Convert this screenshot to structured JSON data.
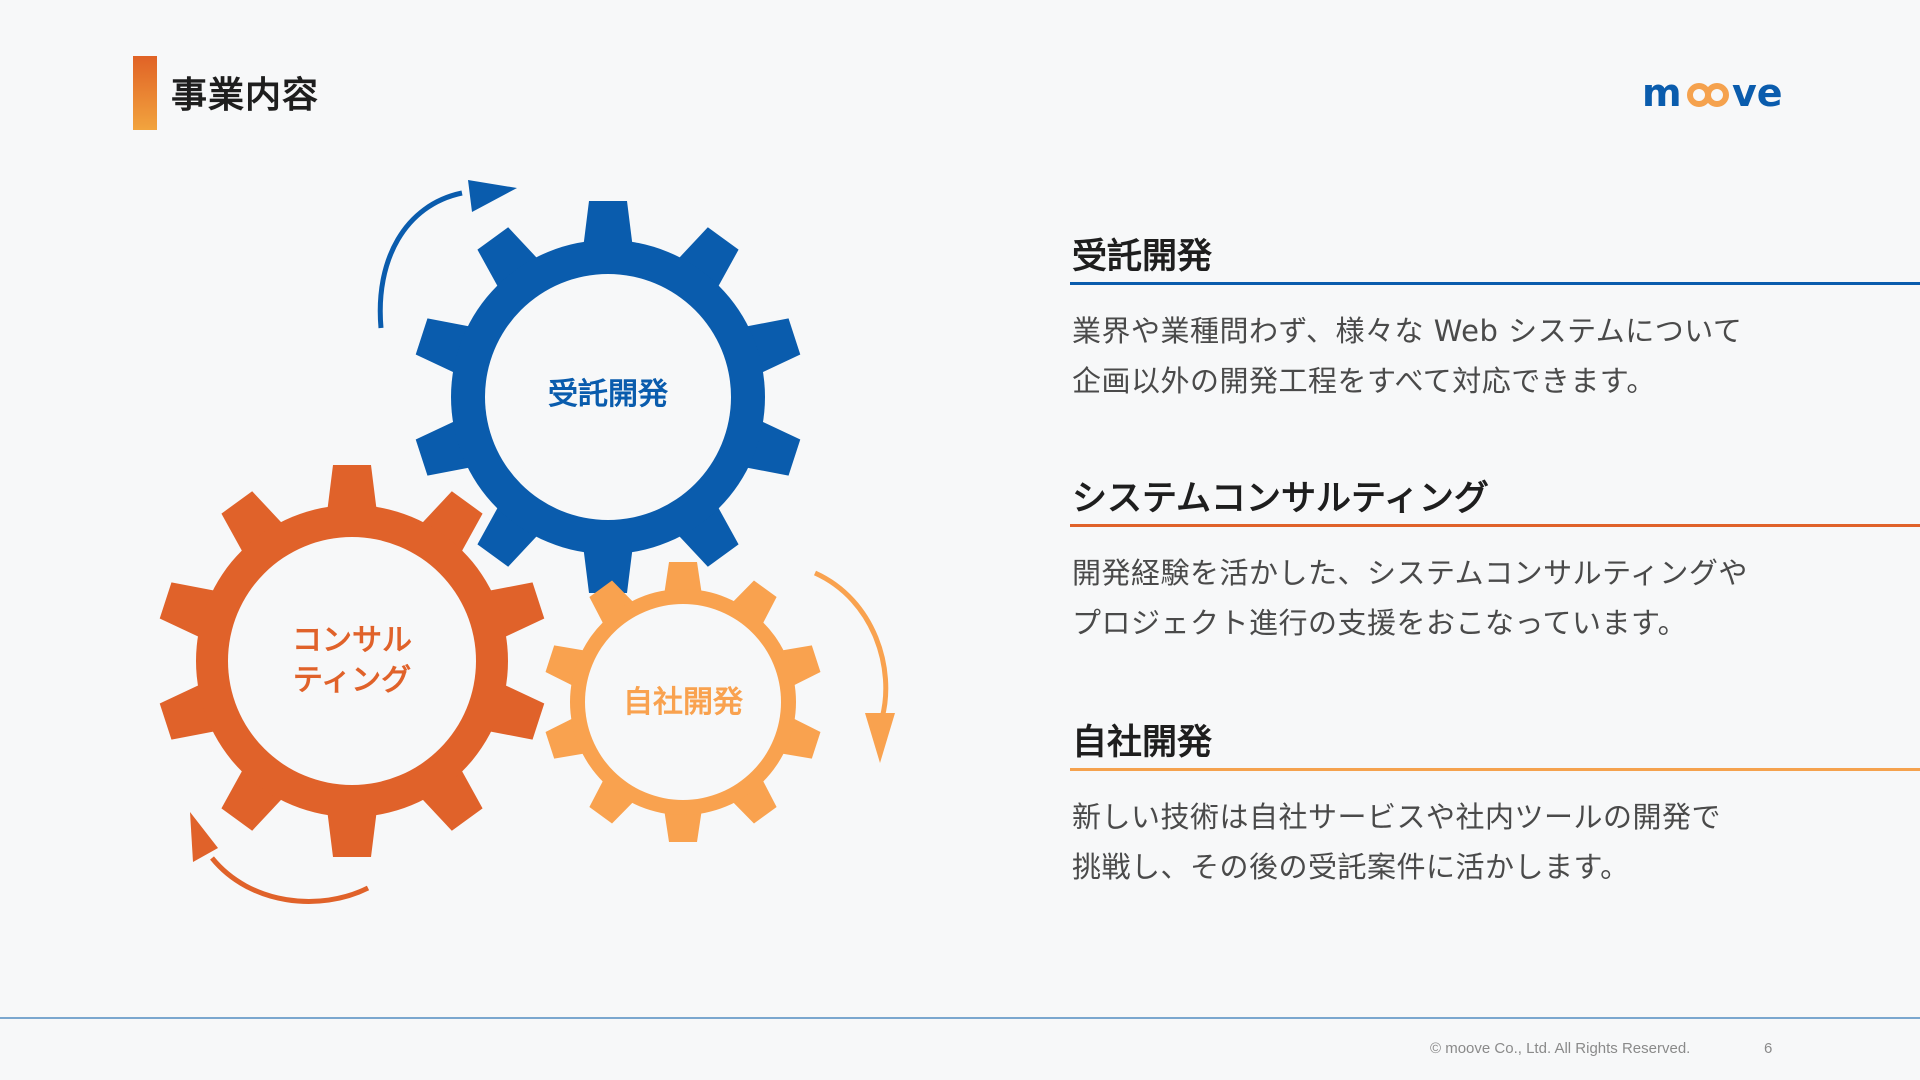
{
  "header": {
    "title": "事業内容",
    "logo_text": "moove"
  },
  "diagram": {
    "gear_blue_label": "受託開発",
    "gear_red_label_line1": "コンサル",
    "gear_red_label_line2": "ティング",
    "gear_orange_label": "自社開発"
  },
  "sections": [
    {
      "title": "受託開発",
      "color": "#0a5cad",
      "line1": "業界や業種問わず、様々な Web システムについて",
      "line2": "企画以外の開発工程をすべて対応できます。"
    },
    {
      "title": "システムコンサルティング",
      "color": "#e0622a",
      "line1": "開発経験を活かした、システムコンサルティングや",
      "line2": "プロジェクト進行の支援をおこなっています。"
    },
    {
      "title": "自社開発",
      "color": "#f5a24e",
      "line1": "新しい技術は自社サービスや社内ツールの開発で",
      "line2": "挑戦し、その後の受託案件に活かします。"
    }
  ],
  "footer": {
    "copyright": "© moove Co., Ltd. All Rights Reserved.",
    "page_number": "6"
  },
  "colors": {
    "blue": "#0a5cad",
    "red_orange": "#e0622a",
    "light_orange": "#f9a24f"
  }
}
